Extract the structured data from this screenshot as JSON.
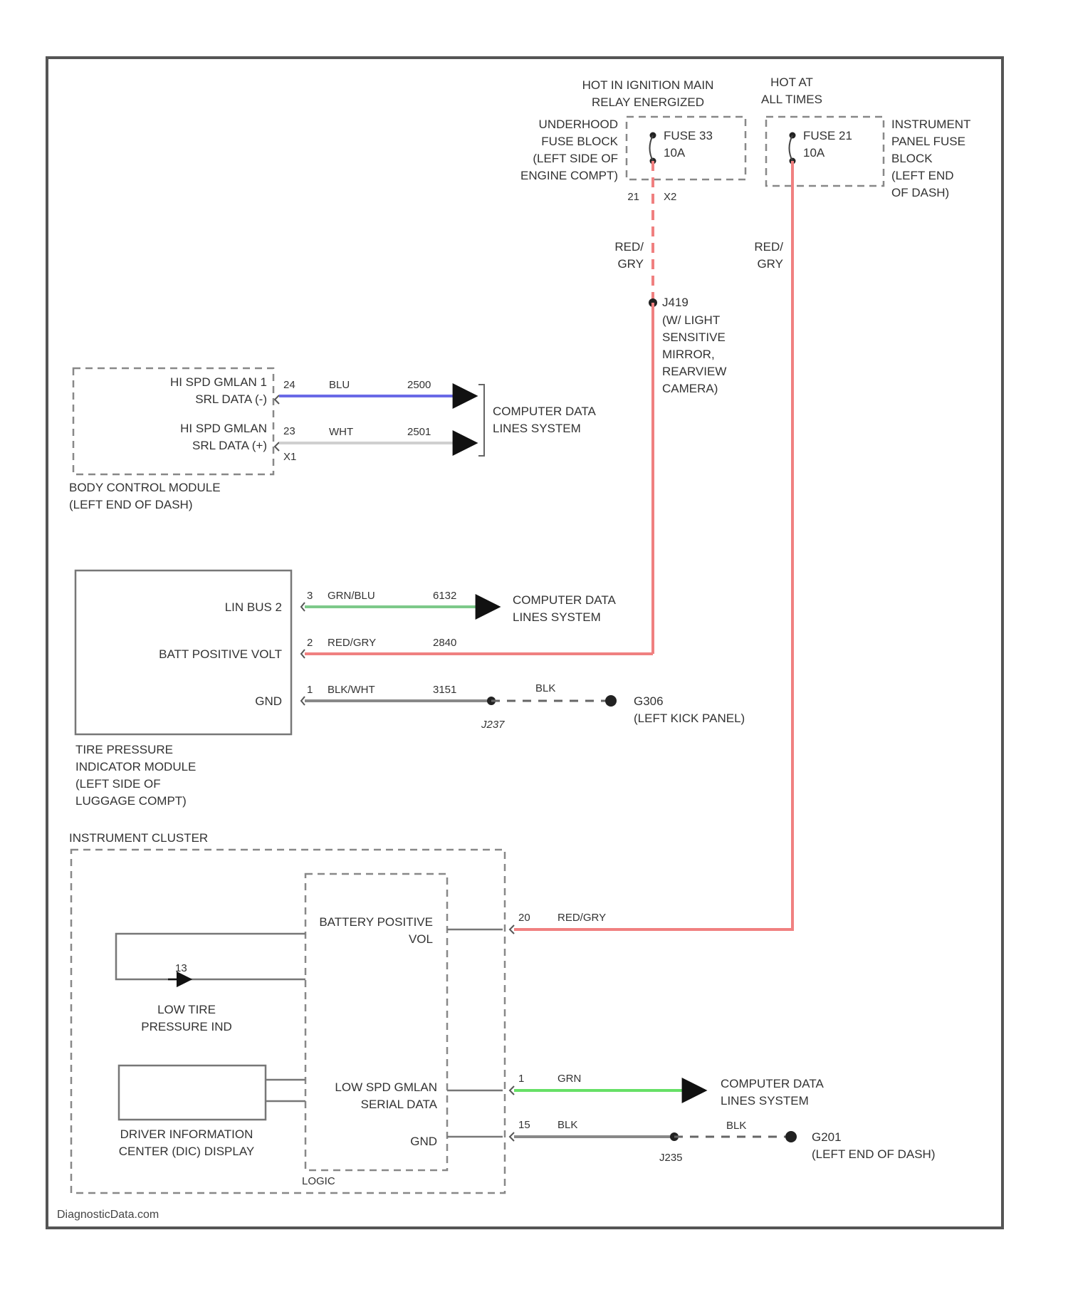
{
  "footer": "DiagnosticData.com",
  "colors": {
    "frame": "#555555",
    "red_wire": "#f08080",
    "blue_wire": "#6a6ae6",
    "green_wire": "#7dc98a",
    "bright_green_wire": "#66e066",
    "black_wire": "#888888",
    "white_wire": "#cfcfcf"
  },
  "power": {
    "hot_run_label": [
      "HOT IN IGNITION MAIN",
      "RELAY ENERGIZED"
    ],
    "hot_all_label": [
      "HOT AT",
      "ALL TIMES"
    ],
    "underhood_label": [
      "UNDERHOOD",
      "FUSE BLOCK",
      "(LEFT SIDE OF",
      "ENGINE COMPT)"
    ],
    "ip_label": [
      "INSTRUMENT",
      "PANEL FUSE",
      "BLOCK",
      "(LEFT END",
      "OF DASH)"
    ],
    "fuse_a": {
      "name": "FUSE 33",
      "amps": "10A",
      "pin_left": "21",
      "pin_right": "X2"
    },
    "fuse_b": {
      "name": "FUSE 21",
      "amps": "10A"
    },
    "wire_a_color": [
      "RED/",
      "GRY"
    ],
    "wire_b_color": [
      "RED/",
      "GRY"
    ]
  },
  "mirror": {
    "splice": "J419",
    "label": [
      "(W/ LIGHT",
      "SENSITIVE",
      "MIRROR,",
      "REARVIEW",
      "CAMERA)"
    ]
  },
  "bcm": {
    "name": [
      "BODY CONTROL MODULE",
      "(LEFT END OF DASH)"
    ],
    "pin1_label": [
      "HI SPD GMLAN 1",
      "SRL DATA (-)"
    ],
    "pin2_label": [
      "HI SPD GMLAN",
      "SRL DATA (+)"
    ],
    "pin1": "24",
    "pin2": "23",
    "connector": "X1",
    "wire1_color": "BLU",
    "wire1_circuit": "2500",
    "wire2_color": "WHT",
    "wire2_circuit": "2501",
    "dest": [
      "COMPUTER DATA",
      "LINES SYSTEM"
    ]
  },
  "tpim": {
    "name": [
      "TIRE PRESSURE",
      "INDICATOR MODULE",
      "(LEFT SIDE OF",
      "LUGGAGE COMPT)"
    ],
    "pins": [
      {
        "label": "LIN BUS 2",
        "num": "3",
        "color": "GRN/BLU",
        "circuit": "6132"
      },
      {
        "label": "BATT POSITIVE VOLT",
        "num": "2",
        "color": "RED/GRY",
        "circuit": "2840"
      },
      {
        "label": "GND",
        "num": "1",
        "color": "BLK/WHT",
        "circuit": "3151"
      }
    ],
    "dest": [
      "COMPUTER DATA",
      "LINES SYSTEM"
    ],
    "splice": "J237",
    "gnd_wire": "BLK",
    "ground": [
      "G306",
      "(LEFT KICK PANEL)"
    ]
  },
  "cluster": {
    "title": "INSTRUMENT CLUSTER",
    "batt_label": [
      "BATTERY POSITIVE",
      "VOL"
    ],
    "lowspd_label": [
      "LOW SPD GMLAN",
      "SERIAL DATA"
    ],
    "gnd_label": "GND",
    "logic": "LOGIC",
    "low_tire": [
      "LOW TIRE",
      "PRESSURE IND"
    ],
    "low_tire_num": "13",
    "dic": [
      "DRIVER INFORMATION",
      "CENTER (DIC) DISPLAY"
    ],
    "batt_pin": "20",
    "batt_color": "RED/GRY",
    "lowspd_pin": "1",
    "lowspd_color": "GRN",
    "gnd_pin": "15",
    "gnd_color": "BLK",
    "dest": [
      "COMPUTER DATA",
      "LINES SYSTEM"
    ],
    "splice": "J235",
    "gnd_wire": "BLK",
    "ground": [
      "G201",
      "(LEFT END OF DASH)"
    ]
  }
}
